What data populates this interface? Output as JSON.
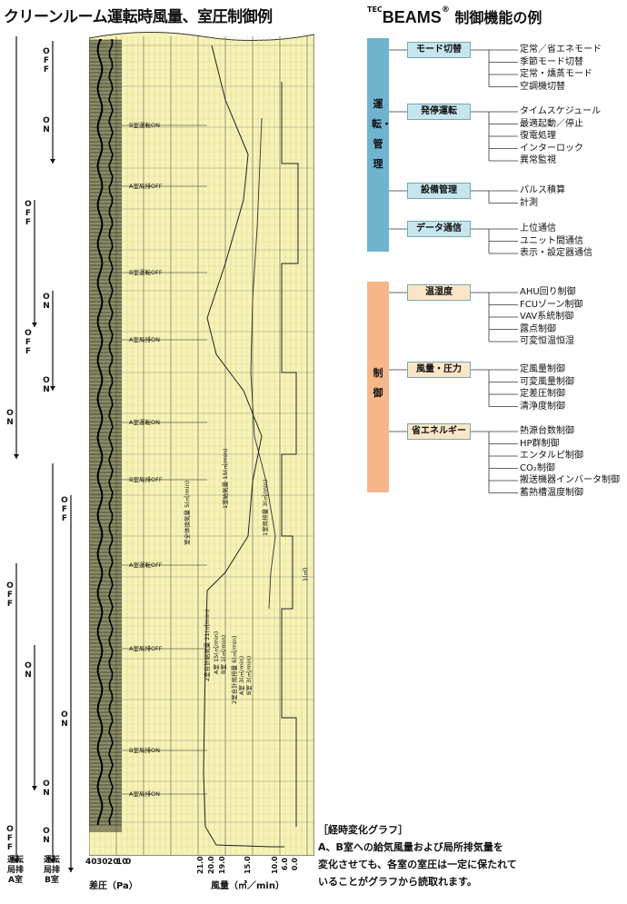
{
  "left_title": "クリーンルーム運転時風量、室圧制御例",
  "right_title_sup": "TEC",
  "right_title_main": "BEAMS",
  "right_title_reg": "®",
  "right_title_rest": " 制御機能の例",
  "state_labels": [
    {
      "text": "OFF"
    },
    {
      "text": "ON"
    },
    {
      "text": "OFF"
    },
    {
      "text": "ON"
    },
    {
      "text": "OFF"
    },
    {
      "text": "ON"
    },
    {
      "text": "OFF"
    },
    {
      "text": "ON"
    },
    {
      "text": "OFF"
    },
    {
      "text": "ON"
    },
    {
      "text": "OFF"
    },
    {
      "text": "ON"
    },
    {
      "text": "ON"
    },
    {
      "text": "ON"
    }
  ],
  "row_labels": {
    "a_room": "運転\n局排\nA室",
    "b_room": "運転\n局排\nB室"
  },
  "pressure_axis": {
    "label": "差圧（Pa）",
    "ticks": [
      "40",
      "30",
      "20",
      "10",
      "0"
    ]
  },
  "flow_axis": {
    "label": "風量（㎥／min）",
    "ticks": [
      "21.0",
      "20.0",
      "19.0",
      "15.0",
      "10.0",
      "6.0",
      "0.0"
    ]
  },
  "chart_events": [
    "B室運転ON",
    "A室局排OFF",
    "B室運転OFF",
    "A室局排ON",
    "A室運転ON",
    "B室局排OFF",
    "A室運転OFF",
    "A室局排OFF",
    "B室局排ON",
    "A室局排ON"
  ],
  "chart_annotations": [
    "室全体換気量 5(㎥/min)",
    "1室給気量 15(㎥/min)",
    "1室局排量 3(㎥/min)",
    "2室合計給気量 21(㎥/min)",
    "A室 15(㎥/min)",
    "B室 1(㎥/min)",
    "2室合計局排量 6(㎥/min)",
    "A室 3(㎥/min)",
    "B室 3(㎥/min)",
    "1(㎥)"
  ],
  "categories": [
    {
      "label": "運転・管理",
      "color": "#6fb3cf",
      "groups": [
        {
          "title": "モード切替",
          "items": [
            "定常／省エネモード",
            "季節モード切替",
            "定常・燻蒸モード",
            "空調機切替"
          ]
        },
        {
          "title": "発停運転",
          "items": [
            "タイムスケジュール",
            "最適起動／停止",
            "復電処理",
            "インターロック",
            "異常監視"
          ]
        },
        {
          "title": "設備管理",
          "items": [
            "パルス積算",
            "計測"
          ]
        },
        {
          "title": "データ通信",
          "items": [
            "上位通信",
            "ユニット間通信",
            "表示・設定器通信"
          ]
        }
      ]
    },
    {
      "label": "制御",
      "color": "#f6b88a",
      "groups": [
        {
          "title": "温湿度",
          "items": [
            "AHU回り制御",
            "FCUゾーン制御",
            "VAV系統制御",
            "露点制御",
            "可変恒温恒湿"
          ]
        },
        {
          "title": "風量・圧力",
          "items": [
            "定風量制御",
            "可変風量制御",
            "定差圧制御",
            "清浄度制御"
          ]
        },
        {
          "title": "省エネルギー",
          "items": [
            "熱源台数制御",
            "HP群制御",
            "エンタルピ制御",
            "CO₂制御",
            "搬送機器インバータ制御",
            "蓄熱槽温度制御"
          ]
        }
      ]
    }
  ],
  "note": {
    "heading": "［経時変化グラフ］",
    "lines": [
      "A、B室への給気風量および局所排気量を",
      "変化させても、各室の室圧は一定に保たれて",
      "いることがグラフから読取れます。"
    ]
  },
  "colors": {
    "chart_bg": "#f7f3b4",
    "mgmt_box": "#c6e5ee",
    "ctrl_box": "#fbe5c8",
    "mgmt_bar": "#6fb3cf",
    "ctrl_bar": "#f6b88a"
  }
}
